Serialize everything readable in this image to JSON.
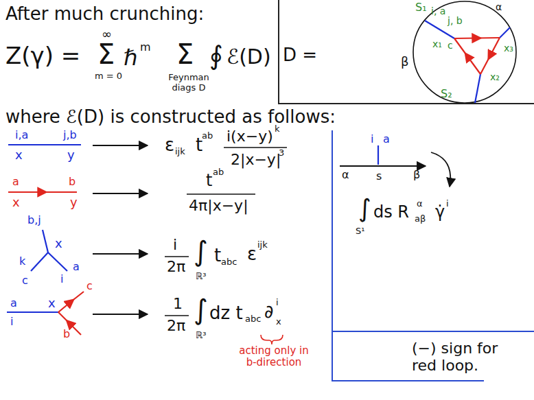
{
  "diagram": {
    "title": "After much crunching:",
    "nodes": [
      {
        "text": [
          "D =",
          "S₁",
          "i, a",
          "j, b",
          "x₁",
          "c",
          "x₃",
          "x₂",
          "S₂",
          "α",
          "β"
        ]
      },
      {
        "text": [
          "i",
          "a",
          "α",
          "s",
          "β",
          "∫",
          "S¹",
          "ds R",
          "α",
          "aβ",
          "γ̇",
          "i",
          "(−) sign for red loop."
        ]
      }
    ],
    "labels": [
      "Z(γ) =",
      "∞",
      "Σ",
      "m = 0",
      "ℏ",
      "m",
      "Σ",
      "Feynman diags D",
      "∮",
      "ℰ(D)",
      "where ℰ(D) is constructed as follows:",
      "i,a",
      "x",
      "j,b",
      "y",
      "ε",
      "ijk",
      "t",
      "ab",
      "i(x−y)",
      "k",
      "2|x−y|",
      "3",
      "a",
      "x",
      "b",
      "y",
      "t",
      "ab",
      "4π|x−y|",
      "b,j",
      "x",
      "k",
      "c",
      "i",
      "a",
      "i",
      "2π",
      "∫",
      "ℝ³",
      "t",
      "abc",
      "ε",
      "ijk",
      "a",
      "i",
      "x",
      "c",
      "b",
      "1",
      "2π",
      "∫",
      "ℝ³",
      "dz t",
      "abc",
      "∂",
      "i",
      "x",
      "acting only in b-direction"
    ]
  }
}
